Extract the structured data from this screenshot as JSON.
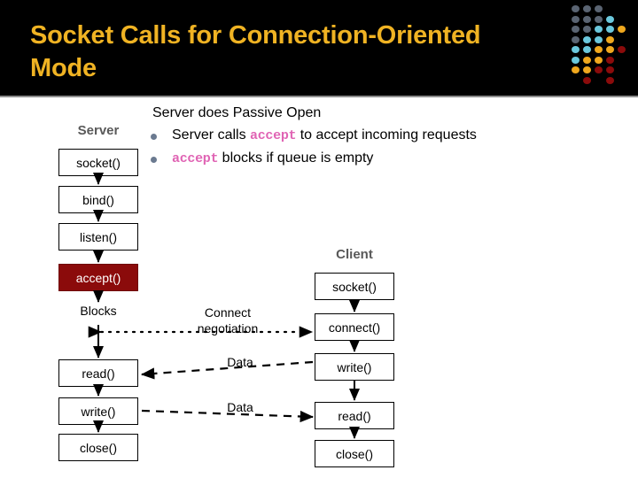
{
  "slide": {
    "title": "Socket Calls for Connection-Oriented Mode",
    "title_color": "#F0B323",
    "header_bg": "#000000"
  },
  "content": {
    "lead_line": "Server does Passive Open",
    "bullets": [
      {
        "parts": [
          {
            "text": "Server calls ",
            "style": "plain"
          },
          {
            "text": "accept",
            "style": "mono"
          },
          {
            "text": " to accept incoming requests",
            "style": "plain"
          }
        ],
        "plain_text": "Server calls accept to accept incoming requests"
      },
      {
        "parts": [
          {
            "text": "accept",
            "style": "mono"
          },
          {
            "text": " blocks if queue is empty",
            "style": "plain"
          }
        ],
        "plain_text": "accept blocks if queue is empty"
      }
    ],
    "bullet_parts": {
      "b1_pre": "Server calls ",
      "b1_mono": "accept",
      "b1_post": " to accept incoming requests",
      "b2_mono": "accept",
      "b2_post": " blocks if queue is empty"
    },
    "accent_mono_color": "#E064B4",
    "bullet_marker_color": "#6B7A90"
  },
  "diagram": {
    "type": "sequence-flow",
    "columns": [
      {
        "name": "server",
        "label": "Server"
      },
      {
        "name": "client",
        "label": "Client"
      }
    ],
    "server_calls": [
      {
        "name": "socket",
        "label": "socket()",
        "highlight": false
      },
      {
        "name": "bind",
        "label": "bind()",
        "highlight": false
      },
      {
        "name": "listen",
        "label": "listen()",
        "highlight": false
      },
      {
        "name": "accept",
        "label": "accept()",
        "highlight": true
      },
      {
        "name": "read",
        "label": "read()",
        "highlight": false
      },
      {
        "name": "write",
        "label": "write()",
        "highlight": false
      },
      {
        "name": "close",
        "label": "close()",
        "highlight": false
      }
    ],
    "client_calls": [
      {
        "name": "socket",
        "label": "socket()"
      },
      {
        "name": "connect",
        "label": "connect()"
      },
      {
        "name": "write",
        "label": "write()"
      },
      {
        "name": "read",
        "label": "read()"
      },
      {
        "name": "close",
        "label": "close()"
      }
    ],
    "annotations": [
      {
        "name": "blocks",
        "label": "Blocks"
      },
      {
        "name": "connect-negotiation",
        "label": "Connect\nnegotiation",
        "line1": "Connect",
        "line2": "negotiation"
      },
      {
        "name": "data-upper",
        "label": "Data"
      },
      {
        "name": "data-lower",
        "label": "Data"
      }
    ],
    "highlight_color": "#8B0B0B",
    "box_border_color": "#000000"
  },
  "decoration": {
    "name": "dot-grid",
    "colors": {
      "slate": "#5A6472",
      "cyan": "#6BC8DD",
      "amber": "#F0A81E",
      "maroon": "#8B0B0B"
    },
    "grid": [
      [
        "slate",
        "slate",
        "slate",
        "none",
        "none"
      ],
      [
        "slate",
        "slate",
        "slate",
        "cyan",
        "none"
      ],
      [
        "slate",
        "slate",
        "cyan",
        "cyan",
        "amber"
      ],
      [
        "slate",
        "cyan",
        "cyan",
        "amber",
        "none"
      ],
      [
        "cyan",
        "cyan",
        "amber",
        "amber",
        "maroon"
      ],
      [
        "cyan",
        "amber",
        "amber",
        "maroon",
        "none"
      ],
      [
        "amber",
        "amber",
        "maroon",
        "maroon",
        "none"
      ],
      [
        "none",
        "maroon",
        "none",
        "maroon",
        "none"
      ]
    ]
  }
}
